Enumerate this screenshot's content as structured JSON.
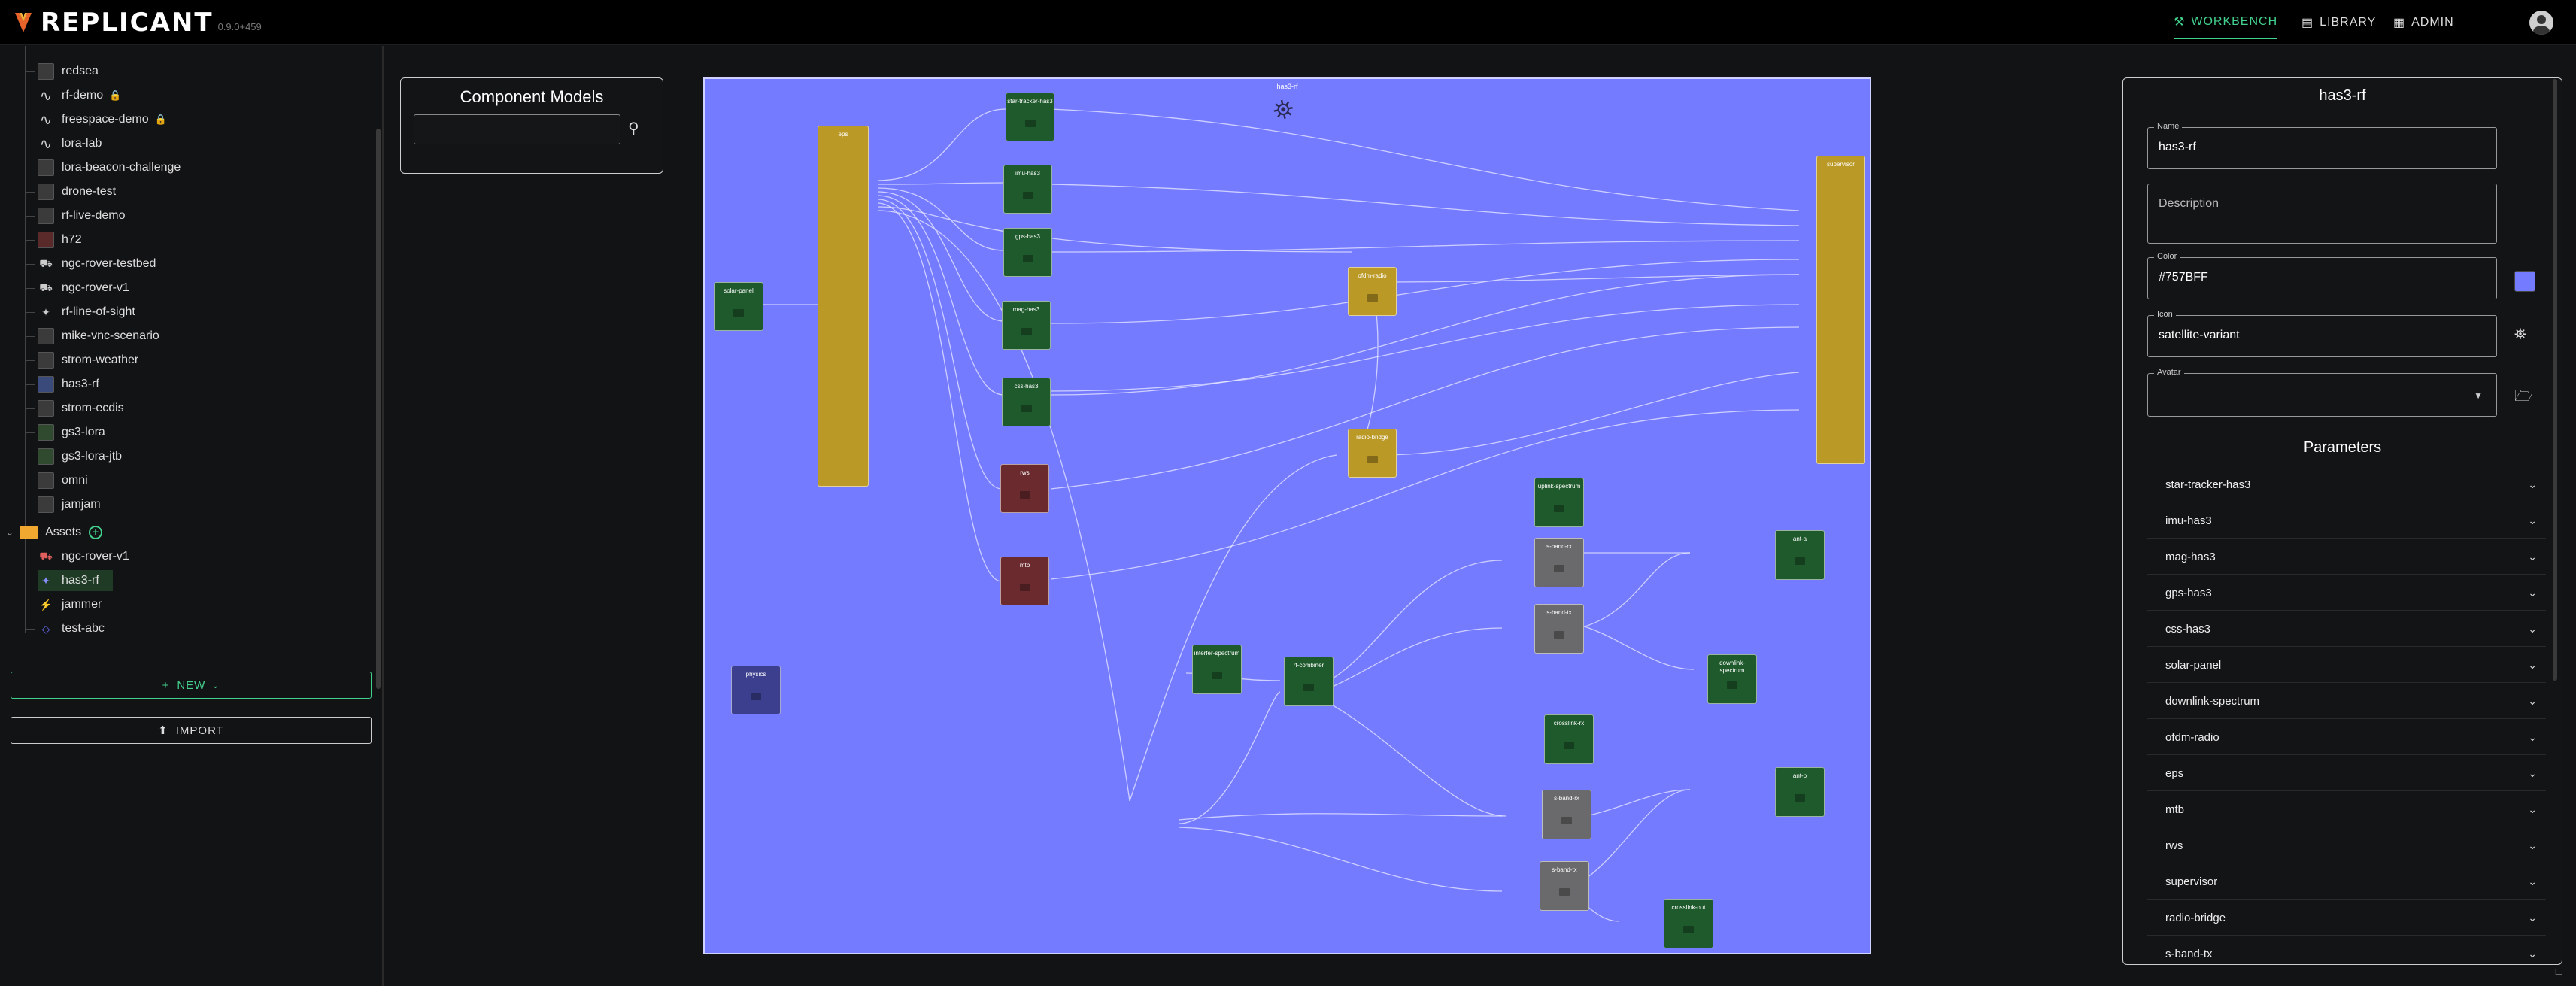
{
  "app": {
    "name": "REPLICANT",
    "version": "0.9.0+459"
  },
  "nav": {
    "workbench": "WORKBENCH",
    "library": "LIBRARY",
    "admin": "ADMIN"
  },
  "tree": {
    "items": [
      {
        "label": "redsea",
        "icon": "image"
      },
      {
        "label": "rf-demo",
        "icon": "wave",
        "locked": true
      },
      {
        "label": "freespace-demo",
        "icon": "wave",
        "locked": true
      },
      {
        "label": "lora-lab",
        "icon": "wave"
      },
      {
        "label": "lora-beacon-challenge",
        "icon": "image"
      },
      {
        "label": "drone-test",
        "icon": "image"
      },
      {
        "label": "rf-live-demo",
        "icon": "image"
      },
      {
        "label": "h72",
        "icon": "image"
      },
      {
        "label": "ngc-rover-testbed",
        "icon": "truck"
      },
      {
        "label": "ngc-rover-v1",
        "icon": "truck"
      },
      {
        "label": "rf-line-of-sight",
        "icon": "satellite"
      },
      {
        "label": "mike-vnc-scenario",
        "icon": "image"
      },
      {
        "label": "strom-weather",
        "icon": "image"
      },
      {
        "label": "has3-rf",
        "icon": "image"
      },
      {
        "label": "strom-ecdis",
        "icon": "image"
      },
      {
        "label": "gs3-lora",
        "icon": "image"
      },
      {
        "label": "gs3-lora-jtb",
        "icon": "image"
      },
      {
        "label": "omni",
        "icon": "image"
      },
      {
        "label": "jamjam",
        "icon": "image"
      }
    ],
    "assets_label": "Assets",
    "assets": [
      {
        "label": "ngc-rover-v1",
        "icon": "truck"
      },
      {
        "label": "has3-rf",
        "icon": "satellite",
        "selected": true
      },
      {
        "label": "jammer",
        "icon": "jammer"
      },
      {
        "label": "test-abc",
        "icon": "diamond"
      }
    ]
  },
  "buttons": {
    "new": "NEW",
    "import": "IMPORT"
  },
  "component_models": {
    "title": "Component Models",
    "search_value": ""
  },
  "canvas": {
    "title": "has3-rf",
    "icon": "satellite-variant",
    "background": "#757BFF",
    "nodes": [
      {
        "label": "star-tracker-has3",
        "color": "green"
      },
      {
        "label": "imu-has3",
        "color": "green"
      },
      {
        "label": "gps-has3",
        "color": "green"
      },
      {
        "label": "mag-has3",
        "color": "green"
      },
      {
        "label": "css-has3",
        "color": "green"
      },
      {
        "label": "rws",
        "color": "red"
      },
      {
        "label": "mtb",
        "color": "red"
      },
      {
        "label": "eps",
        "color": "gold"
      },
      {
        "label": "solar-panel",
        "color": "green"
      },
      {
        "label": "physics",
        "color": "navy"
      },
      {
        "label": "ofdm-radio",
        "color": "gold"
      },
      {
        "label": "radio-bridge",
        "color": "gold"
      },
      {
        "label": "supervisor",
        "color": "gold"
      },
      {
        "label": "uplink-spectrum",
        "color": "green"
      },
      {
        "label": "s-band-rx",
        "color": "gray"
      },
      {
        "label": "s-band-tx",
        "color": "gray"
      },
      {
        "label": "ant-a",
        "color": "green"
      },
      {
        "label": "downlink-spectrum",
        "color": "green"
      },
      {
        "label": "interfer-spectrum",
        "color": "green"
      },
      {
        "label": "rf-combiner",
        "color": "green"
      },
      {
        "label": "crosslink-rx",
        "color": "green"
      },
      {
        "label": "s-band-rx",
        "color": "gray"
      },
      {
        "label": "ant-b",
        "color": "green"
      },
      {
        "label": "s-band-tx",
        "color": "gray"
      },
      {
        "label": "crosslink-out",
        "color": "green"
      }
    ]
  },
  "properties": {
    "title": "has3-rf",
    "name_label": "Name",
    "name_value": "has3-rf",
    "description_placeholder": "Description",
    "color_label": "Color",
    "color_value": "#757BFF",
    "icon_label": "Icon",
    "icon_value": "satellite-variant",
    "avatar_label": "Avatar",
    "parameters_title": "Parameters",
    "parameters": [
      "star-tracker-has3",
      "imu-has3",
      "mag-has3",
      "gps-has3",
      "css-has3",
      "solar-panel",
      "downlink-spectrum",
      "ofdm-radio",
      "eps",
      "mtb",
      "rws",
      "supervisor",
      "radio-bridge",
      "s-band-tx"
    ]
  }
}
